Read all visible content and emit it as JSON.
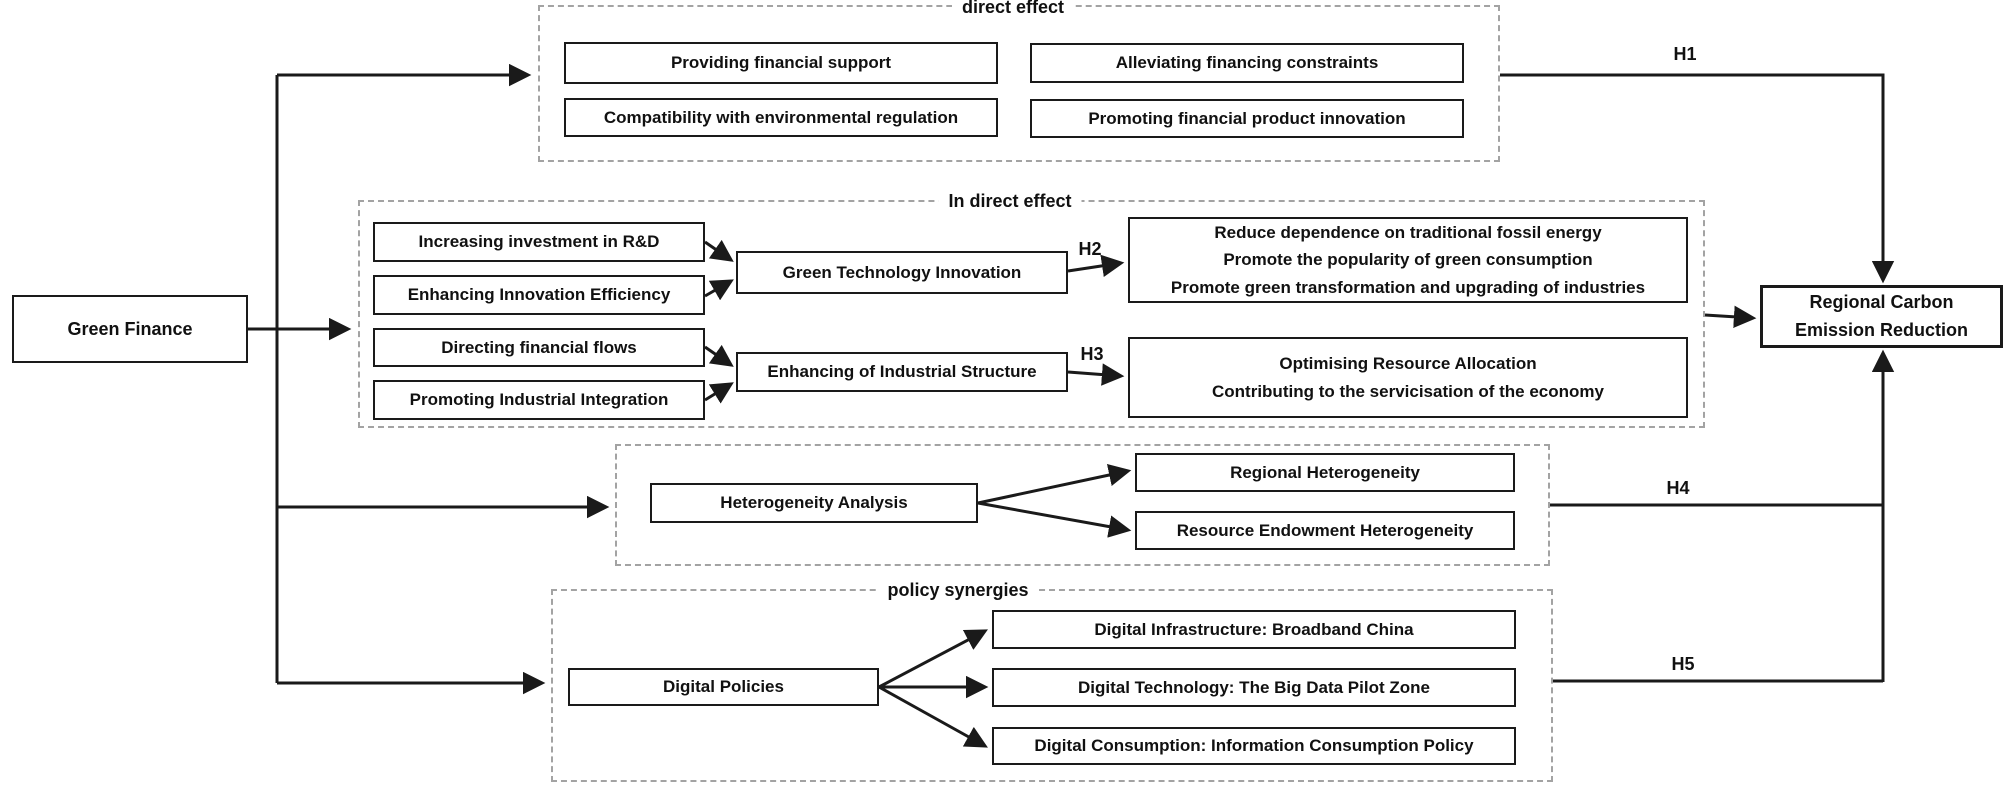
{
  "diagram": {
    "green_finance": "Green Finance",
    "direct": {
      "title": "direct effect",
      "providing": "Providing financial support",
      "alleviating": "Alleviating financing constraints",
      "compatibility": "Compatibility with environmental regulation",
      "product_innovation": "Promoting financial product innovation",
      "h1": "H1"
    },
    "indirect": {
      "title": "In direct effect",
      "rd_investment": "Increasing investment in R&D",
      "innovation_efficiency": "Enhancing Innovation Efficiency",
      "green_tech_innovation": "Green Technology Innovation",
      "h2": "H2",
      "gti_outcome_line1": "Reduce dependence on traditional fossil energy",
      "gti_outcome_line2": "Promote the popularity of green consumption",
      "gti_outcome_line3": "Promote green transformation and upgrading of industries",
      "financial_flows": "Directing financial flows",
      "industrial_integration": "Promoting Industrial Integration",
      "industrial_structure": "Enhancing of Industrial Structure",
      "h3": "H3",
      "structure_outcome_line1": "Optimising Resource Allocation",
      "structure_outcome_line2": "Contributing to the servicisation of the economy"
    },
    "heterogeneity": {
      "analysis": "Heterogeneity Analysis",
      "regional": "Regional Heterogeneity",
      "resource": "Resource Endowment Heterogeneity",
      "h4": "H4"
    },
    "policy": {
      "title": "policy synergies",
      "digital_policies": "Digital Policies",
      "infrastructure": "Digital Infrastructure: Broadband China",
      "technology": "Digital Technology: The Big Data Pilot Zone",
      "consumption": "Digital Consumption: Information Consumption Policy",
      "h5": "H5"
    },
    "outcome": {
      "line1": "Regional Carbon",
      "line2": "Emission Reduction"
    },
    "colors": {
      "line": "#1a1a1a",
      "dashed_border": "#a3a3a3"
    }
  }
}
